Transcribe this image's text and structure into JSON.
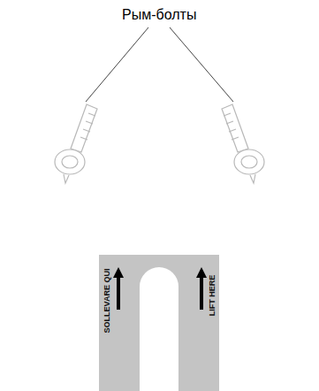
{
  "diagram": {
    "nodes": [
      {
        "text": [
          "SOLLEVARE QUI",
          "LIFT HERE"
        ]
      }
    ],
    "labels": [
      "Рым-болты"
    ]
  }
}
